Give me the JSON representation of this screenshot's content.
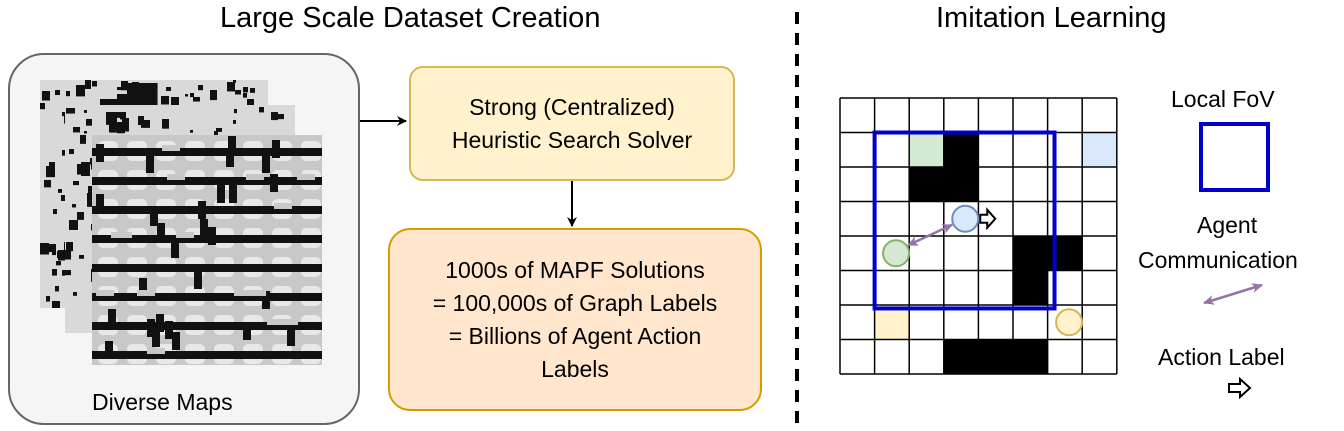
{
  "left_section": {
    "title": "Large Scale Dataset Creation",
    "maps_label": "Diverse Maps",
    "solver_lines": [
      "Strong (Centralized)",
      "Heuristic Search Solver"
    ],
    "solutions_lines": [
      "1000s of MAPF Solutions",
      "= 100,000s of Graph Labels",
      "= Billions of Agent Action",
      "Labels"
    ]
  },
  "right_section": {
    "title": "Imitation Learning",
    "legend": {
      "fov_label": "Local FoV",
      "comm_label_lines": [
        "Agent",
        "Communication"
      ],
      "action_label": "Action Label"
    }
  },
  "grid": {
    "cols": 8,
    "rows": 8,
    "obstacle_cells": [
      [
        3,
        1
      ],
      [
        2,
        2
      ],
      [
        3,
        2
      ],
      [
        5,
        4
      ],
      [
        6,
        4
      ],
      [
        5,
        5
      ],
      [
        3,
        7
      ],
      [
        4,
        7
      ],
      [
        5,
        7
      ]
    ],
    "highlight_cells": [
      {
        "col": 2,
        "row": 1,
        "color": "#d5e8d4"
      },
      {
        "col": 7,
        "row": 1,
        "color": "#dae8fc"
      },
      {
        "col": 1,
        "row": 6,
        "color": "#fff2cc"
      }
    ],
    "agents": [
      {
        "name": "blue",
        "col": 3,
        "row": 3,
        "fill": "#dae8fc",
        "stroke": "#6c8ebf"
      },
      {
        "name": "green",
        "col": 1,
        "row": 4,
        "fill": "#d5e8d4",
        "stroke": "#82b366"
      },
      {
        "name": "yellow",
        "col": 6,
        "row": 6,
        "fill": "#fff2cc",
        "stroke": "#d6b656"
      }
    ],
    "fov_color": "#0000cc",
    "comm_color": "#9673a6"
  }
}
